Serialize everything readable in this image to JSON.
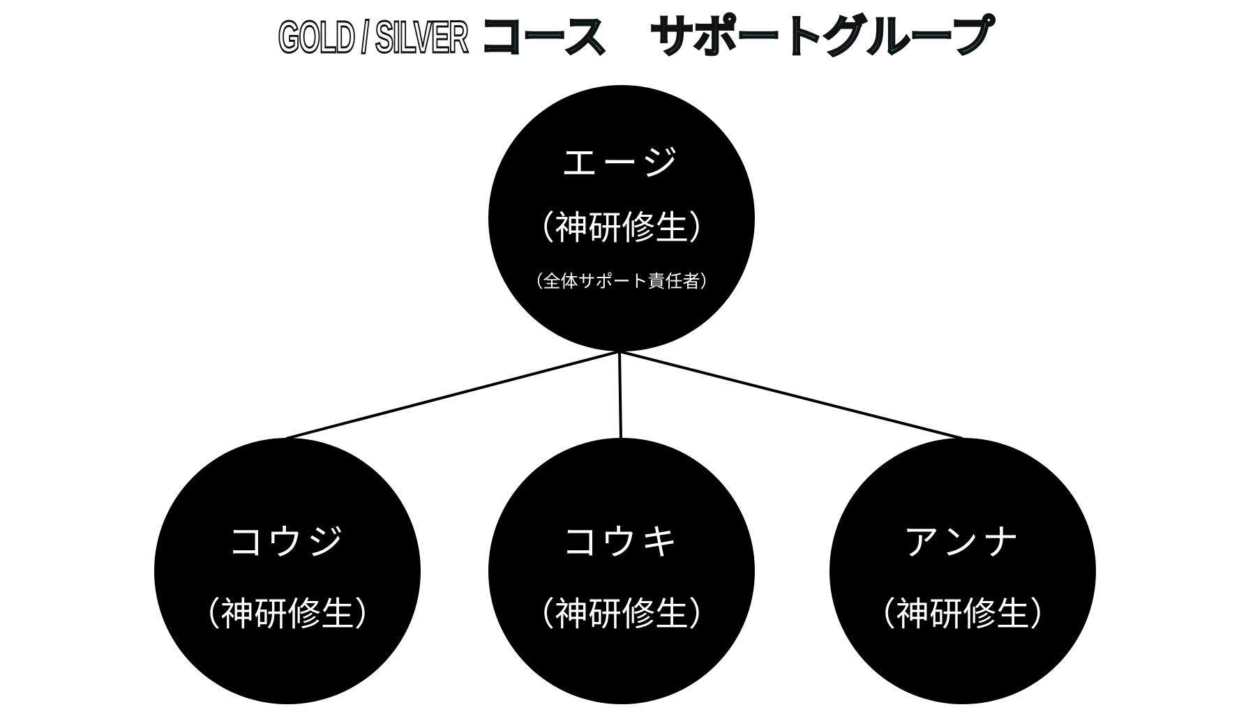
{
  "title": {
    "latin": "GOLD / SILVER",
    "rest": "コース　サポートグループ"
  },
  "leader": {
    "name": "エージ",
    "role": "（神研修生）",
    "note": "（全体サポート責任者）"
  },
  "members": [
    {
      "name": "コウジ",
      "role": "（神研修生）"
    },
    {
      "name": "コウキ",
      "role": "（神研修生）"
    },
    {
      "name": "アンナ",
      "role": "（神研修生）"
    }
  ]
}
